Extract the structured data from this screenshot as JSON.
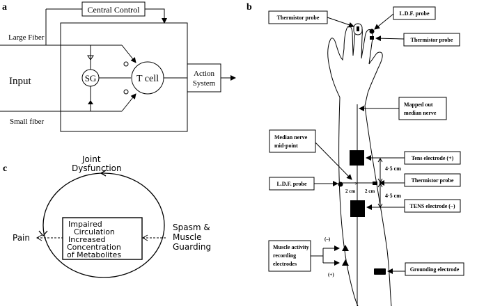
{
  "panels": {
    "a": {
      "label": "a",
      "central_control": "Central Control",
      "large_fiber": "Large Fiber",
      "input": "Input",
      "sg": "SG",
      "t_cell": "T cell",
      "action_system_line1": "Action",
      "action_system_line2": "System",
      "small_fiber": "Small fiber"
    },
    "b": {
      "label": "b",
      "thermistor_probe_top": "Thermistor probe",
      "ldf_probe_top": "L.D.F. probe",
      "thermistor_probe_finger": "Thermistor probe",
      "mapped_line1": "Mapped out",
      "mapped_line2": "median nerve",
      "midpoint_line1": "Median nerve",
      "midpoint_line2": "mid-point",
      "tens_plus": "Tens electrode (+)",
      "dist_upper": "4·5 cm",
      "ldf_probe_left": "L.D.F. probe",
      "dist_left": "2 cm",
      "dist_right": "2 cm",
      "thermistor_probe_right": "Thermistor probe",
      "dist_lower": "4·5 cm",
      "tens_minus": "TENS electrode (–)",
      "muscle_line1": "Muscle activity",
      "muscle_line2": "recording",
      "muscle_line3": "electrodes",
      "minus_sign": "(–)",
      "plus_sign": "(+)",
      "grounding": "Grounding electrode"
    },
    "c": {
      "label": "c",
      "joint_line1": "Joint",
      "joint_line2": "Dysfunction",
      "pain": "Pain",
      "spasm_line1": "Spasm &",
      "spasm_line2": "Muscle",
      "spasm_line3": "Guarding",
      "box_line1": "Impaired",
      "box_line2": "Circulation",
      "box_line3": "Increased",
      "box_line4": "Concentration",
      "box_line5": "of Metabolites"
    }
  }
}
